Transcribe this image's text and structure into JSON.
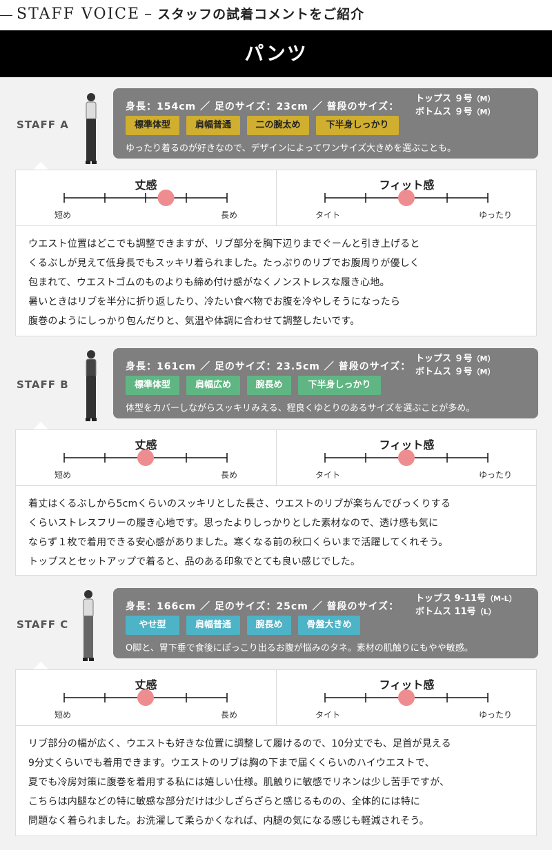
{
  "header": {
    "title": "STAFF VOICE",
    "subtitle": "スタッフの試着コメントをご紹介"
  },
  "banner": {
    "title": "パンツ"
  },
  "scale_labels": {
    "length_title": "丈感",
    "length_left": "短め",
    "length_right": "長め",
    "fit_title": "フィット感",
    "fit_left": "タイト",
    "fit_right": "ゆったり"
  },
  "colors": {
    "tag_yellow": "#cfae30",
    "tag_green": "#5fb683",
    "tag_blue": "#4db3c7",
    "marker": "#ee8d8f",
    "info_bg": "#7f7f7f"
  },
  "staff": [
    {
      "label": "STAFF A",
      "stats": "身長：154cm ／ 足のサイズ：23cm ／ 普段のサイズ：",
      "tops": "トップス ９号",
      "tops_unit": "（M）",
      "bottoms": "ボトムス ９号",
      "bottoms_unit": "（M）",
      "tag_color": "yellow",
      "tags": [
        "標準体型",
        "肩幅普通",
        "二の腕太め",
        "下半身しっかり"
      ],
      "note": "ゆったり着るのが好きなので、デザインによってワンサイズ大きめを選ぶことも。",
      "length_level": 0.625,
      "fit_level": 0.5,
      "comment": [
        "ウエスト位置はどこでも調整できますが、リブ部分を胸下辺りまでぐーんと引き上げると",
        "くるぶしが見えて低身長でもスッキリ着られました。たっぷりのリブでお腹周りが優しく",
        "包まれて、ウエストゴムのものよりも締め付け感がなくノンストレスな履き心地。",
        "暑いときはリブを半分に折り返したり、冷たい食べ物でお腹を冷やしそうになったら",
        "腹巻のようにしっかり包んだりと、気温や体調に合わせて調整したいです。"
      ]
    },
    {
      "label": "STAFF B",
      "stats": "身長：161cm ／ 足のサイズ：23.5cm ／ 普段のサイズ：",
      "tops": "トップス ９号",
      "tops_unit": "（M）",
      "bottoms": "ボトムス ９号",
      "bottoms_unit": "（M）",
      "tag_color": "green",
      "tags": [
        "標準体型",
        "肩幅広め",
        "腕長め",
        "下半身しっかり"
      ],
      "note": "体型をカバーしながらスッキリみえる、程良くゆとりのあるサイズを選ぶことが多め。",
      "length_level": 0.5,
      "fit_level": 0.5,
      "comment": [
        "着丈はくるぶしから5cmくらいのスッキリとした長さ、ウエストのリブが楽ちんでびっくりする",
        "くらいストレスフリーの履き心地です。思ったよりしっかりとした素材なので、透け感も気に",
        "ならず１枚で着用できる安心感がありました。寒くなる前の秋口くらいまで活躍してくれそう。",
        "トップスとセットアップで着ると、品のある印象でとても良い感じでした。"
      ]
    },
    {
      "label": "STAFF C",
      "stats": "身長：166cm ／ 足のサイズ：25cm ／ 普段のサイズ：",
      "tops": "トップス 9-11号",
      "tops_unit": "（M-L）",
      "bottoms": "ボトムス 11号",
      "bottoms_unit": "（L）",
      "tag_color": "blue",
      "tags": [
        "やせ型",
        "肩幅普通",
        "腕長め",
        "骨盤大きめ"
      ],
      "note": "O脚と、胃下垂で食後にぽっこり出るお腹が悩みのタネ。素材の肌触りにもやや敏感。",
      "length_level": 0.5,
      "fit_level": 0.5,
      "comment": [
        "リブ部分の幅が広く、ウエストも好きな位置に調整して履けるので、10分丈でも、足首が見える",
        "9分丈くらいでも着用できます。ウエストのリブは胸の下まで届くくらいのハイウエストで、",
        "夏でも冷房対策に腹巻を着用する私には嬉しい仕様。肌触りに敏感でリネンは少し苦手ですが、",
        "こちらは内腿などの特に敏感な部分だけは少しざらざらと感じるものの、全体的には特に",
        "問題なく着られました。お洗濯して柔らかくなれば、内腿の気になる感じも軽減されそう。"
      ]
    }
  ]
}
